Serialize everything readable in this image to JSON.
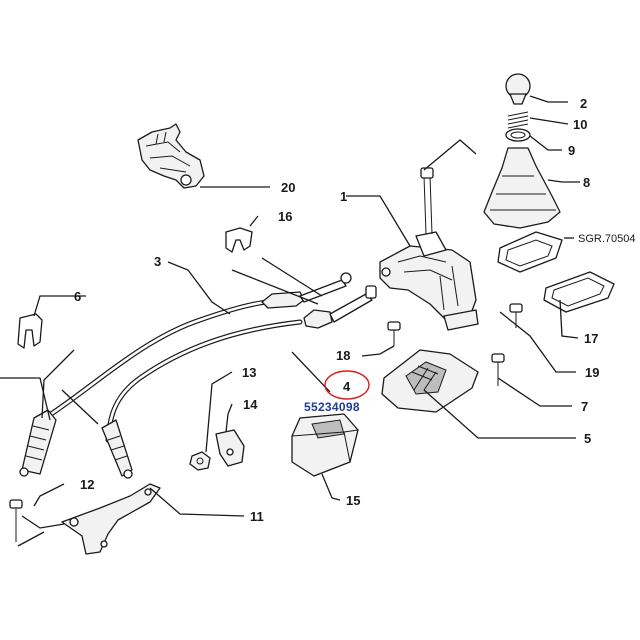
{
  "diagram": {
    "reference_code": "SGR.70504",
    "highlighted_part_number": "55234098",
    "callouts": [
      {
        "id": "c1",
        "label": "1"
      },
      {
        "id": "c2",
        "label": "2"
      },
      {
        "id": "c3",
        "label": "3"
      },
      {
        "id": "c4",
        "label": "4"
      },
      {
        "id": "c5",
        "label": "5"
      },
      {
        "id": "c6",
        "label": "6"
      },
      {
        "id": "c7",
        "label": "7"
      },
      {
        "id": "c8",
        "label": "8"
      },
      {
        "id": "c9",
        "label": "9"
      },
      {
        "id": "c10",
        "label": "10"
      },
      {
        "id": "c11",
        "label": "11"
      },
      {
        "id": "c12",
        "label": "12"
      },
      {
        "id": "c13",
        "label": "13"
      },
      {
        "id": "c14",
        "label": "14"
      },
      {
        "id": "c15",
        "label": "15"
      },
      {
        "id": "c16",
        "label": "16"
      },
      {
        "id": "c17",
        "label": "17"
      },
      {
        "id": "c18",
        "label": "18"
      },
      {
        "id": "c19",
        "label": "19"
      },
      {
        "id": "c20",
        "label": "20"
      }
    ],
    "highlight_color": "#e01b1b",
    "part_number_color": "#1f3c9a"
  }
}
